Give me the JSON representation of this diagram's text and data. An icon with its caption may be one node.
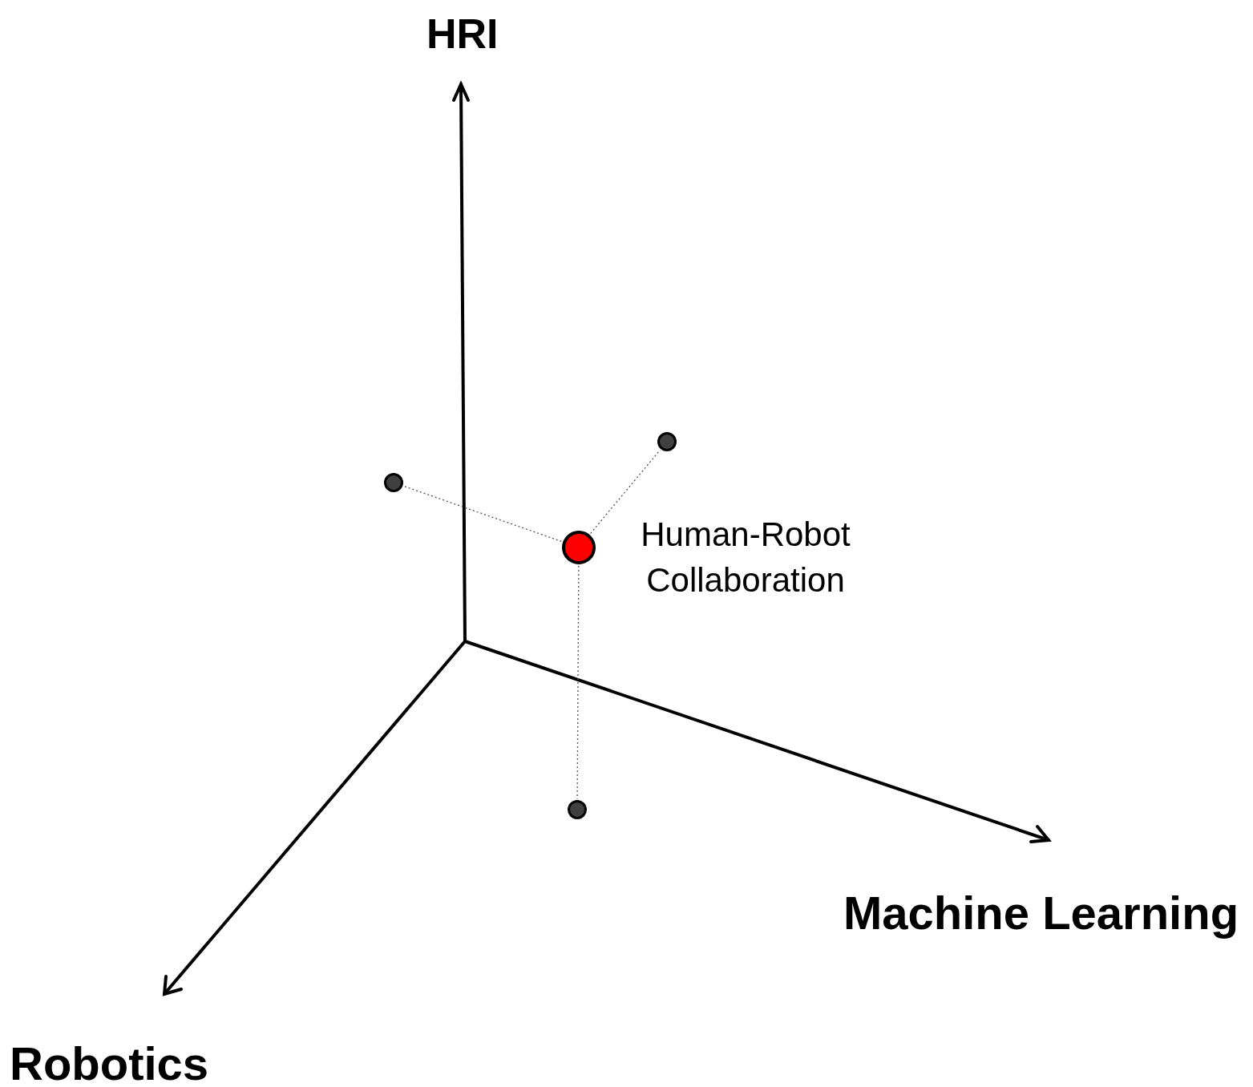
{
  "diagram": {
    "nodes": [
      {
        "text": [],
        "shape": "circle",
        "beside": [
          "Human-Robot Collaboration"
        ]
      },
      {
        "text": [],
        "shape": "circle"
      },
      {
        "text": [],
        "shape": "circle"
      },
      {
        "text": [],
        "shape": "circle"
      }
    ],
    "edges": [
      {
        "from": 0,
        "to": 1,
        "arrow": "none",
        "style": "dashed"
      },
      {
        "from": 0,
        "to": 2,
        "arrow": "none",
        "style": "dashed"
      },
      {
        "from": 0,
        "to": 3,
        "arrow": "none",
        "style": "dashed"
      }
    ],
    "labels": [
      "HRI",
      "Machine Learning",
      "Robotics"
    ]
  }
}
